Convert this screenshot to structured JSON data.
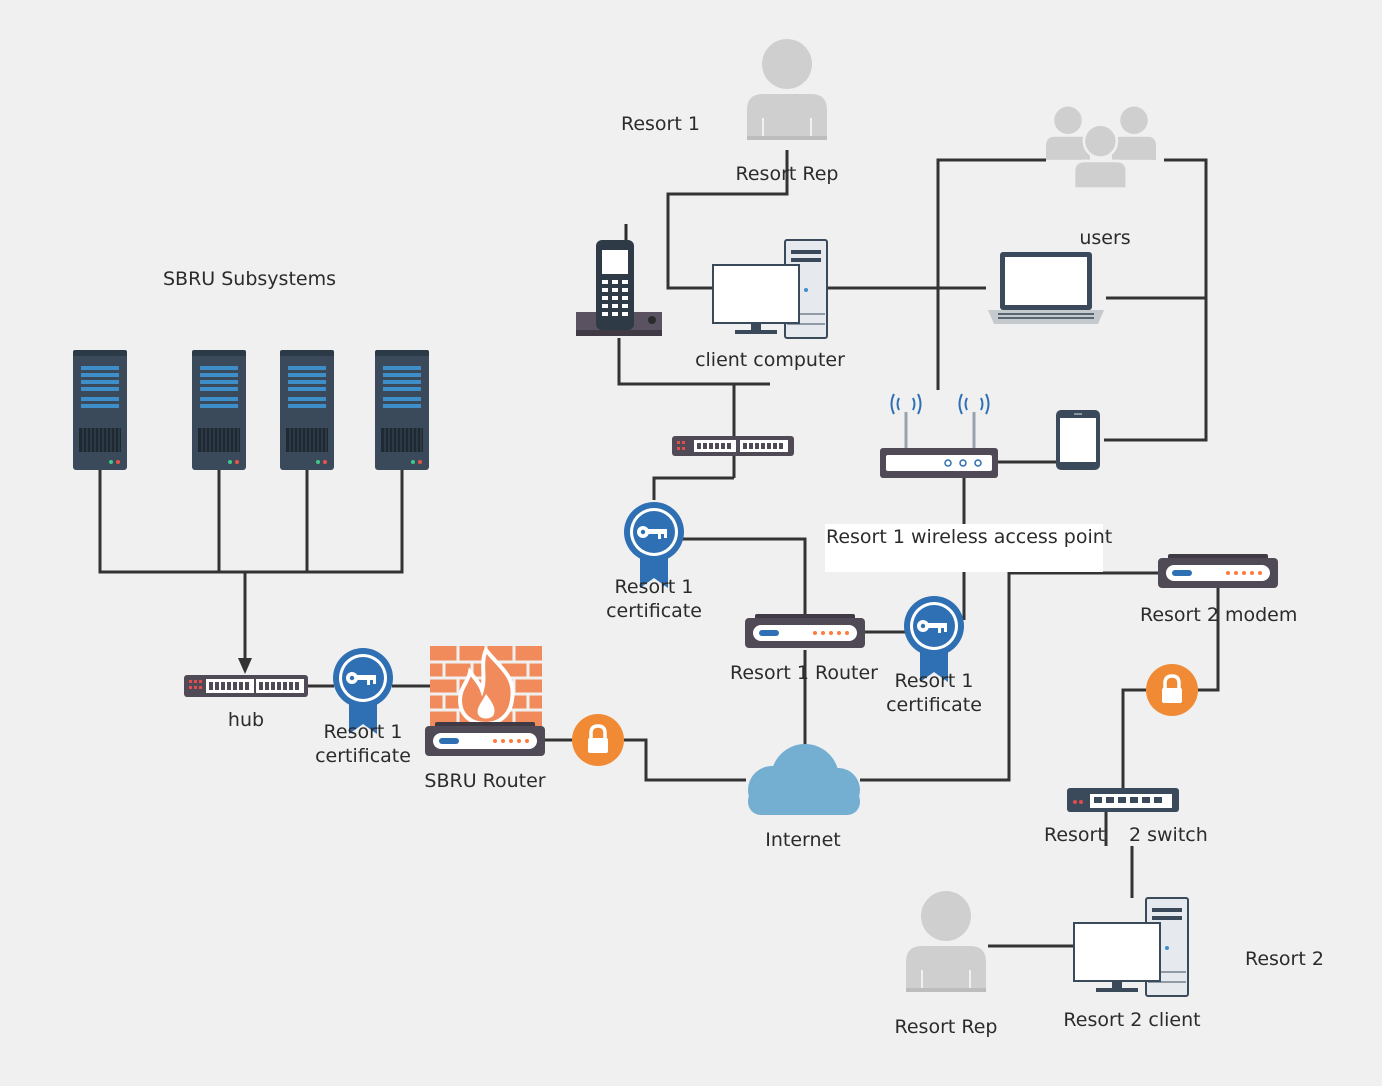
{
  "titles": {
    "resort1": "Resort 1",
    "resort2": "Resort 2",
    "subsystems": "SBRU Subsystems"
  },
  "labels": {
    "resort_rep_1": "Resort Rep",
    "users": "users",
    "client_computer": "client computer",
    "wap": "Resort 1 wireless access point",
    "cert_top": "Resort 1 certificate",
    "cert_mid": "Resort 1 certificate",
    "cert_left": "Resort 1 certificate",
    "resort1_router": "Resort 1 Router",
    "resort2_modem": "Resort 2 modem",
    "hub": "hub",
    "sbru_router": "SBRU Router",
    "internet": "Internet",
    "resort2_switch": "Resort    2 switch",
    "resort_rep_2": "Resort Rep",
    "resort2_client": "Resort 2 client"
  },
  "colors": {
    "background": "#f0f0f0",
    "line": "#333333",
    "person": "#cfcfcf",
    "server": "#3b4a5a",
    "server_stripe": "#3d8ec9",
    "router": "#4f4a55",
    "router_accent": "#ff7a3d",
    "certificate": "#2f6fb3",
    "firewall": "#f28b5b",
    "lock": "#f08a35",
    "cloud": "#74aed0"
  },
  "icons": [
    "person-icon",
    "users-icon",
    "desktop-icon",
    "laptop-icon",
    "phone-icon",
    "tablet-icon",
    "wireless-router-icon",
    "switch-icon",
    "hub-icon",
    "router-icon",
    "modem-icon",
    "certificate-icon",
    "firewall-icon",
    "lock-icon",
    "cloud-icon",
    "server-icon"
  ]
}
